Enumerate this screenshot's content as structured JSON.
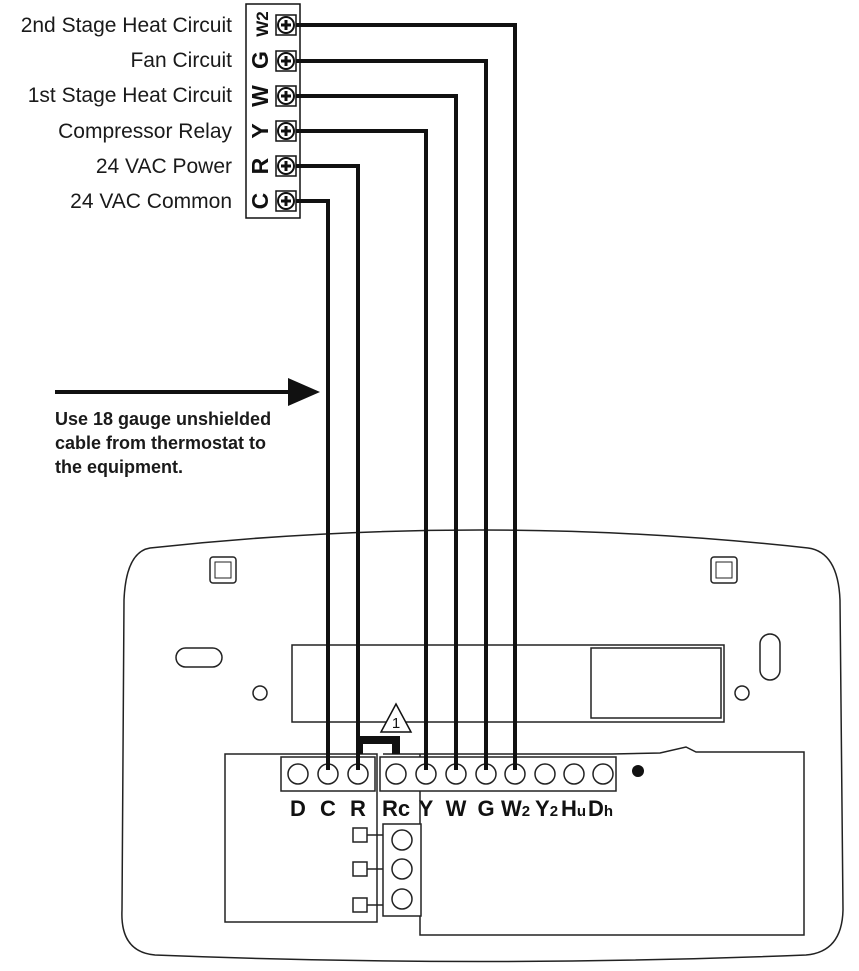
{
  "equipment_terminals": [
    {
      "code": "W2",
      "label": "2nd Stage Heat Circuit"
    },
    {
      "code": "G",
      "label": "Fan Circuit"
    },
    {
      "code": "W",
      "label": "1st Stage Heat Circuit"
    },
    {
      "code": "Y",
      "label": "Compressor Relay"
    },
    {
      "code": "R",
      "label": "24 VAC Power"
    },
    {
      "code": "C",
      "label": "24 VAC Common"
    }
  ],
  "note": {
    "line1": "Use 18 gauge unshielded",
    "line2": "cable from thermostat to",
    "line3": "the equipment."
  },
  "warning_number": "1",
  "thermostat_terminals": {
    "D": "D",
    "C": "C",
    "R": "R",
    "Rc": "Rc",
    "Y": "Y",
    "W": "W",
    "G": "G",
    "W2_main": "W",
    "W2_sub": "2",
    "Y2_main": "Y",
    "Y2_sub": "2",
    "Hu_main": "H",
    "Hu_sub": "u",
    "Dh_main": "D",
    "Dh_sub": "h"
  }
}
